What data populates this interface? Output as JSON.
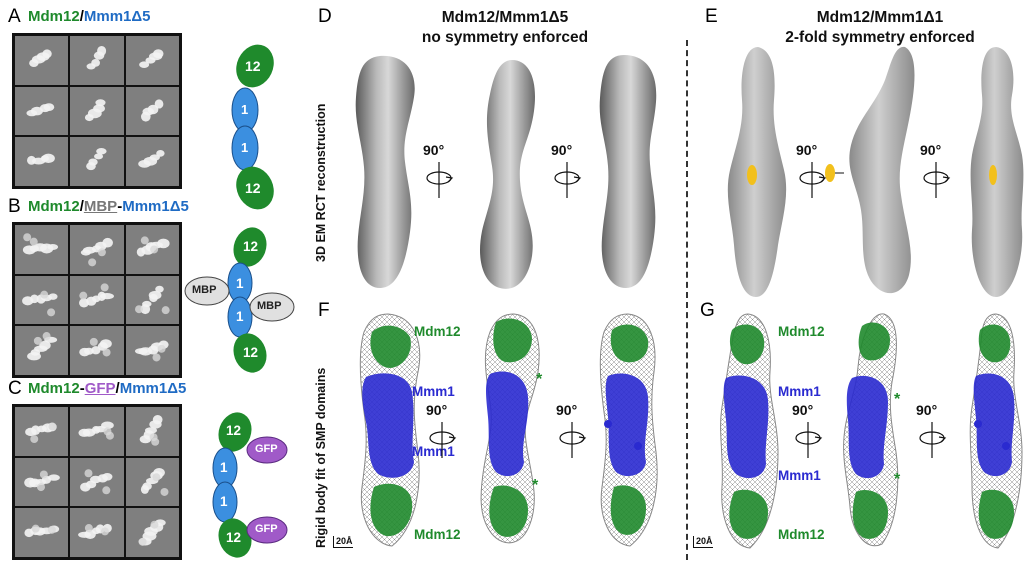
{
  "panels": {
    "A": {
      "letter": "A",
      "title_parts": [
        "Mdm12",
        "/",
        "Mmm1Δ5"
      ]
    },
    "B": {
      "letter": "B",
      "title_parts": [
        "Mdm12",
        "/",
        "MBP",
        "-",
        "Mmm1Δ5"
      ]
    },
    "C": {
      "letter": "C",
      "title_parts": [
        "Mdm12",
        "-",
        "GFP",
        "/",
        "Mmm1Δ5"
      ]
    },
    "D": {
      "letter": "D",
      "title_line1": "Mdm12/Mmm1Δ5",
      "title_line2": "no symmetry enforced"
    },
    "E": {
      "letter": "E",
      "title_line1": "Mdm12/Mmm1Δ1",
      "title_line2": "2-fold symmetry enforced"
    },
    "F": {
      "letter": "F"
    },
    "G": {
      "letter": "G"
    }
  },
  "schematics": {
    "mdm12": "12",
    "mmm1": "1",
    "mbp": "MBP",
    "gfp": "GFP"
  },
  "row_labels": {
    "top": "3D EM RCT reconstruction",
    "bottom": "Rigid body fit of SMP domains"
  },
  "rotation": "90°",
  "fit_labels": {
    "mdm12": "Mdm12",
    "mmm1": "Mmm1"
  },
  "scale_bar": "20Å",
  "colors": {
    "mdm12": "#1f8a2c",
    "mmm1": "#3b8fe0",
    "mbp": "#e0e0e0",
    "gfp": "#a05ac8",
    "symmetry_axis": "#f2c01c",
    "mesh_protein_blue": "#2a2ad0"
  }
}
